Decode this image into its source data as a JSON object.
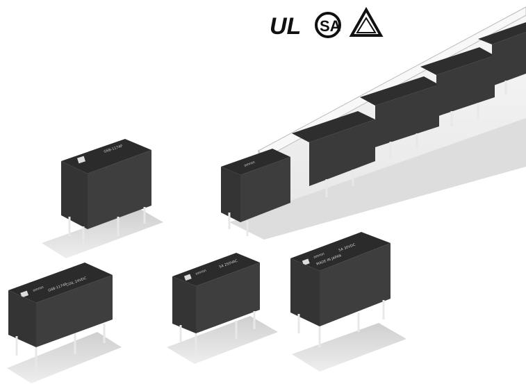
{
  "certifications": {
    "ul_mark": "UL",
    "csa_mark": "SA",
    "tuv_mark": "triangle-certification-icon"
  },
  "relay_brand": "omron",
  "relay_markings": {
    "model": "G6B-1174P",
    "rating_1": "5A 250VAC",
    "rating_2": "5A 30VDC",
    "coil": "COIL 24VDC",
    "origin": "MADE IN JAPAN"
  },
  "colors": {
    "relay_body": "#3a3a3a",
    "relay_top": "#2c2c2c",
    "shadow": "#d8d8d8",
    "pin": "#e8e8e8",
    "tube": "#e9e9e9"
  }
}
